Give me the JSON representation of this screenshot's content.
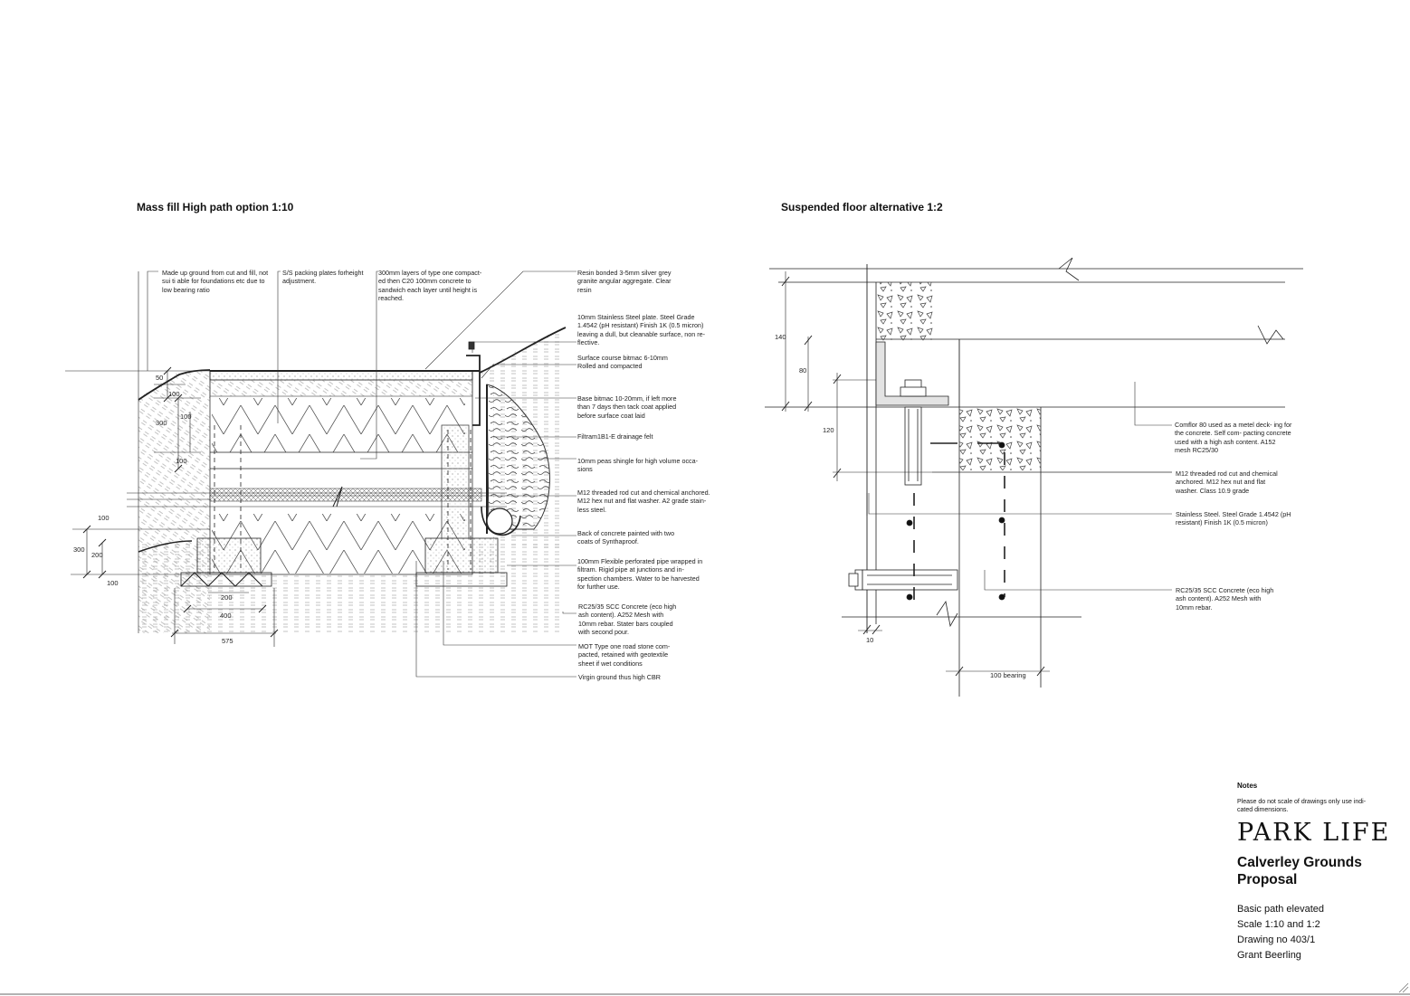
{
  "drawings": {
    "left_title": "Mass fill High path option 1:10",
    "right_title": "Suspended floor alternative 1:2"
  },
  "left_notes": {
    "made_up_ground": "Made up ground from cut and fill, not sui ti able for foundations etc due to low bearing ratio",
    "packing_plates": "S/S packing plates forheight adjustment.",
    "layers": "300mm layers of type one compact- ed then C20 100mm concrete to sandwich each layer until height is reached.",
    "resin": "Resin bonded 3-5mm silver grey granite angular aggregate. Clear resin",
    "steel_plate": "10mm Stainless Steel plate. Steel Grade 1.4542 (pH resistant) Finish 1K (0.5 micron) leaving a dull, but cleanable surface, non re- flective.",
    "surface_course": "Surface course bitmac 6-10mm Rolled and compacted",
    "base_bitmac": "Base bitmac 10-20mm, if left more than 7 days then tack coat applied before surface coat laid",
    "filtram": "Filtram1B1-E drainage felt",
    "pea_shingle": "10mm peas shingle for high volume occa- sions",
    "m12_rod": "M12 threaded rod cut and chemical anchored. M12 hex nut and flat washer. A2 grade stain- less steel.",
    "back_concrete": "Back of concrete painted with two coats of Synthaproof.",
    "pipe": "100mm Flexible perforated pipe wrapped in filtram. Rigid pipe at junctions and in- spection chambers. Water to be harvested for further use.",
    "rc_concrete": "RC25/35 SCC Concrete (eco high ash content). A252 Mesh with 10mm rebar. Stater bars coupled with second pour.",
    "mot": "MOT Type one road stone com- pacted, retained with geotextile sheet if wet conditions",
    "virgin": "Virgin ground thus high CBR"
  },
  "left_dims": {
    "d50": "50",
    "d100a": "100",
    "d100b": "100",
    "d300a": "300",
    "d100c": "100",
    "d100d": "100",
    "d300b": "300",
    "d200a": "200",
    "d100e": "100",
    "d200b": "200",
    "d400": "400",
    "d575": "575"
  },
  "right_notes": {
    "comflor": "Comflor 80 used as a metel deck- ing for the concrete. Self com- pacting concrete used with a high ash content. A152 mesh RC25/30",
    "m12": "M12 threaded rod cut and chemical anchored. M12 hex nut and flat washer. Class 10.9 grade",
    "stainless": "Stainless Steel. Steel Grade 1.4542 (pH resistant) Finish 1K (0.5 micron)",
    "rc": "RC25/35 SCC Concrete (eco high ash content). A252 Mesh with 10mm rebar."
  },
  "right_dims": {
    "d140": "140",
    "d80": "80",
    "d120": "120",
    "d10": "10",
    "bearing": "100 bearing"
  },
  "title_block": {
    "notes_heading": "Notes",
    "notes_text": "Please do not scale of drawings only use indi- cated dimensions.",
    "logo": "PARK LIFE",
    "project": "Calverley Grounds Proposal",
    "line1": "Basic path elevated",
    "line2": "Scale 1:10 and 1:2",
    "line3": "Drawing no 403/1",
    "line4": "Grant Beerling"
  }
}
